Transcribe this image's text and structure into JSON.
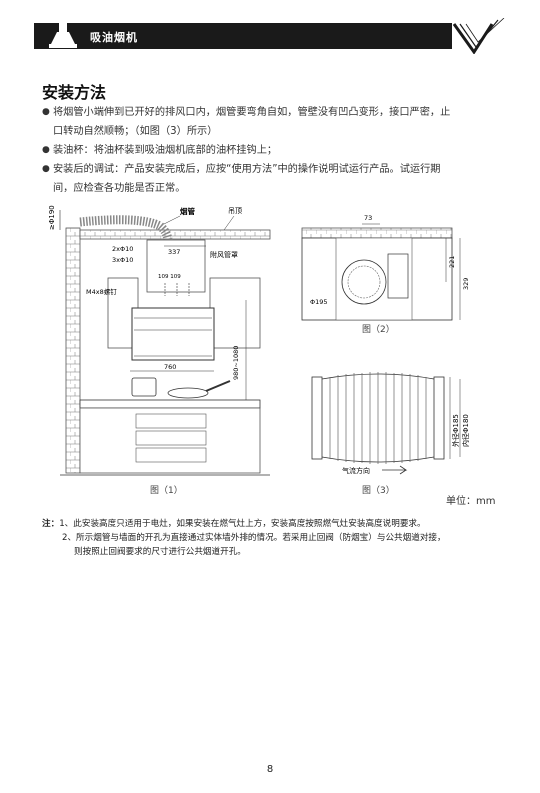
{
  "header": {
    "title": "吸油烟机"
  },
  "section": {
    "title": "安装方法",
    "bullets": [
      {
        "line1": "将烟管小端伸到已开好的排风口内，烟管要弯角自如，管壁没有凹凸变形，接口严密，止",
        "line2": "口转动自然顺畅；（如图（3）所示）"
      },
      {
        "line1": "装油杯：将油杯装到吸油烟机底部的油杯挂钩上；",
        "line2": ""
      },
      {
        "line1": "安装后的调试：产品安装完成后，应按“使用方法”中的操作说明试运行产品。试运行期",
        "line2": "间，应检查各功能是否正常。"
      }
    ]
  },
  "figure1": {
    "caption": "图（1）",
    "labels": {
      "pipe": "烟管",
      "ceiling": "吊顶",
      "cover": "附风管罩",
      "screw": "M4x8螺钉",
      "hole_a": "2xΦ10",
      "hole_b": "3xΦ10",
      "dim_337": "337",
      "dim_109": "109 109",
      "dim_760": "760",
      "dim_height": "980~1080",
      "dim_pipe": "≥Φ190"
    }
  },
  "figure2": {
    "caption": "图（2）",
    "labels": {
      "dim_73": "73",
      "dim_221": "221",
      "dim_329": "329",
      "dim_195": "Φ195"
    }
  },
  "figure3": {
    "caption": "图（3）",
    "labels": {
      "outer": "外径Φ185",
      "inner": "内径Φ180",
      "airflow": "气流方向"
    }
  },
  "unit": "单位：mm",
  "notes": {
    "prefix": "注：",
    "item1": "1、此安装高度只适用于电灶，如果安装在燃气灶上方，安装高度按照燃气灶安装高度说明要求。",
    "item2_line1": "2、所示烟管与墙面的开孔为直接通过实体墙外排的情况。若采用止回阀（防烟宝）与公共烟道对接，",
    "item2_line2": "则按照止回阀要求的尺寸进行公共烟道开孔。"
  },
  "page_number": "8"
}
